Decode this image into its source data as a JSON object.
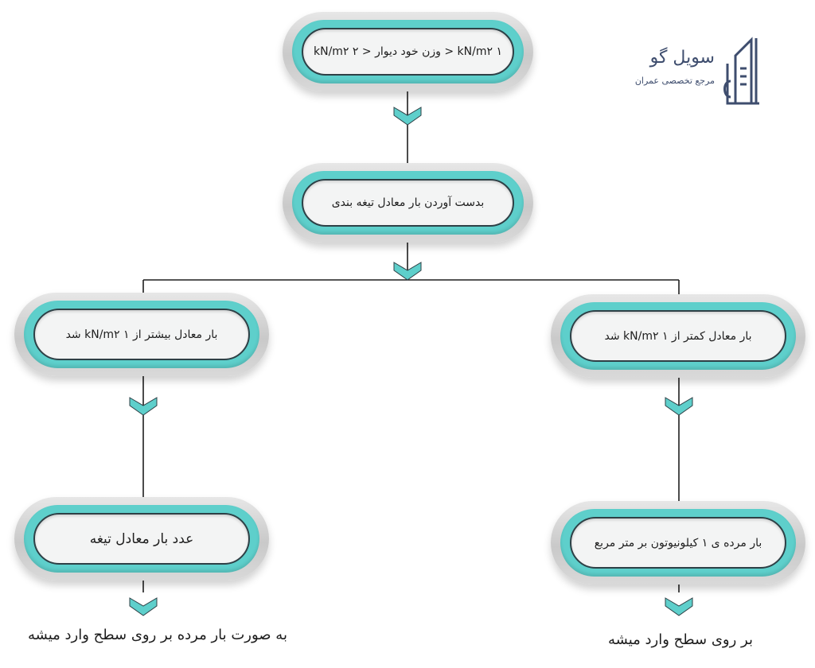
{
  "diagram": {
    "nodes": {
      "n1": "۱ kN/m۲ < وزن خود دیوار < ۲ kN/m۲",
      "n2": "بدست آوردن بار معادل تیغه بندی",
      "n3": "بار معادل بیشتر از  ۱ kN/m۲ شد",
      "n4": "بار معادل کمتر از  ۱ kN/m۲ شد",
      "n5": "عدد بار معادل تیغه",
      "n6": "بار مرده ی ۱ کیلونیوتون بر متر مربع"
    },
    "outputs": {
      "left": "به صورت بار مرده بر روی سطح وارد میشه",
      "right": "بر روی سطح وارد میشه"
    }
  },
  "logo": {
    "name": "سویل گو",
    "tagline": "مرجع تخصصی عمران"
  },
  "colors": {
    "teal": "#5ecfcb",
    "border": "#2e4046",
    "line": "#1f1f1f",
    "logo": "#3e4d6e"
  }
}
